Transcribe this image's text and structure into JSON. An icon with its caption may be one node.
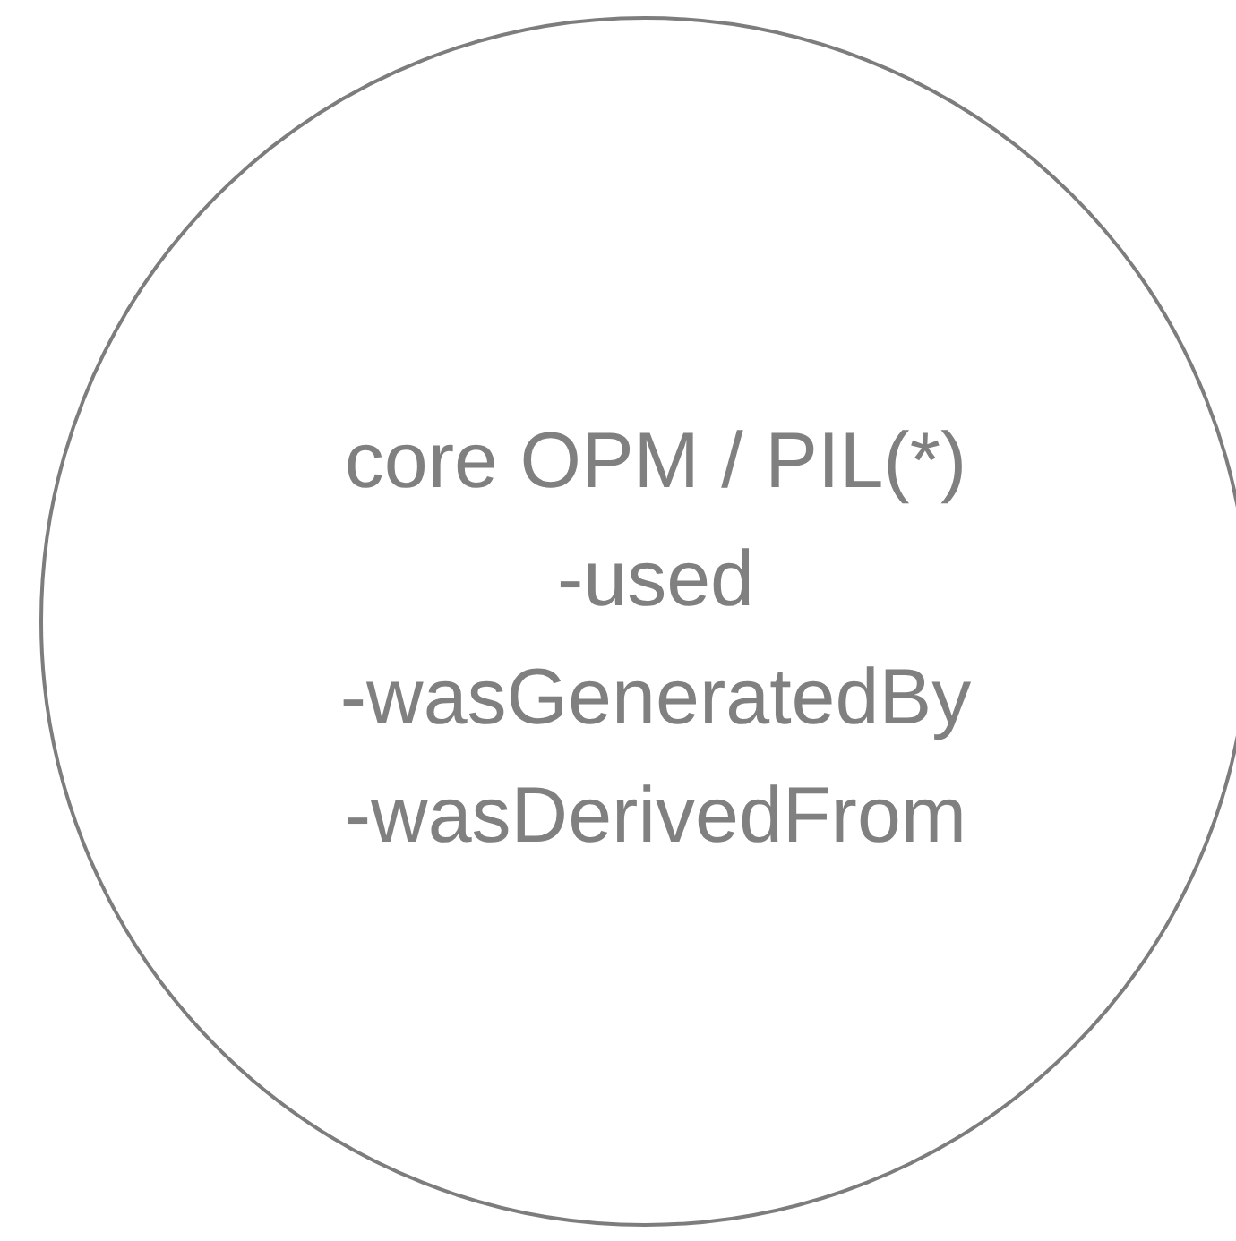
{
  "diagram": {
    "nodes": [
      {
        "text": [
          "core OPM / PIL(*)",
          "-used",
          "-wasGeneratedBy",
          "-wasDerivedFrom"
        ]
      }
    ]
  }
}
